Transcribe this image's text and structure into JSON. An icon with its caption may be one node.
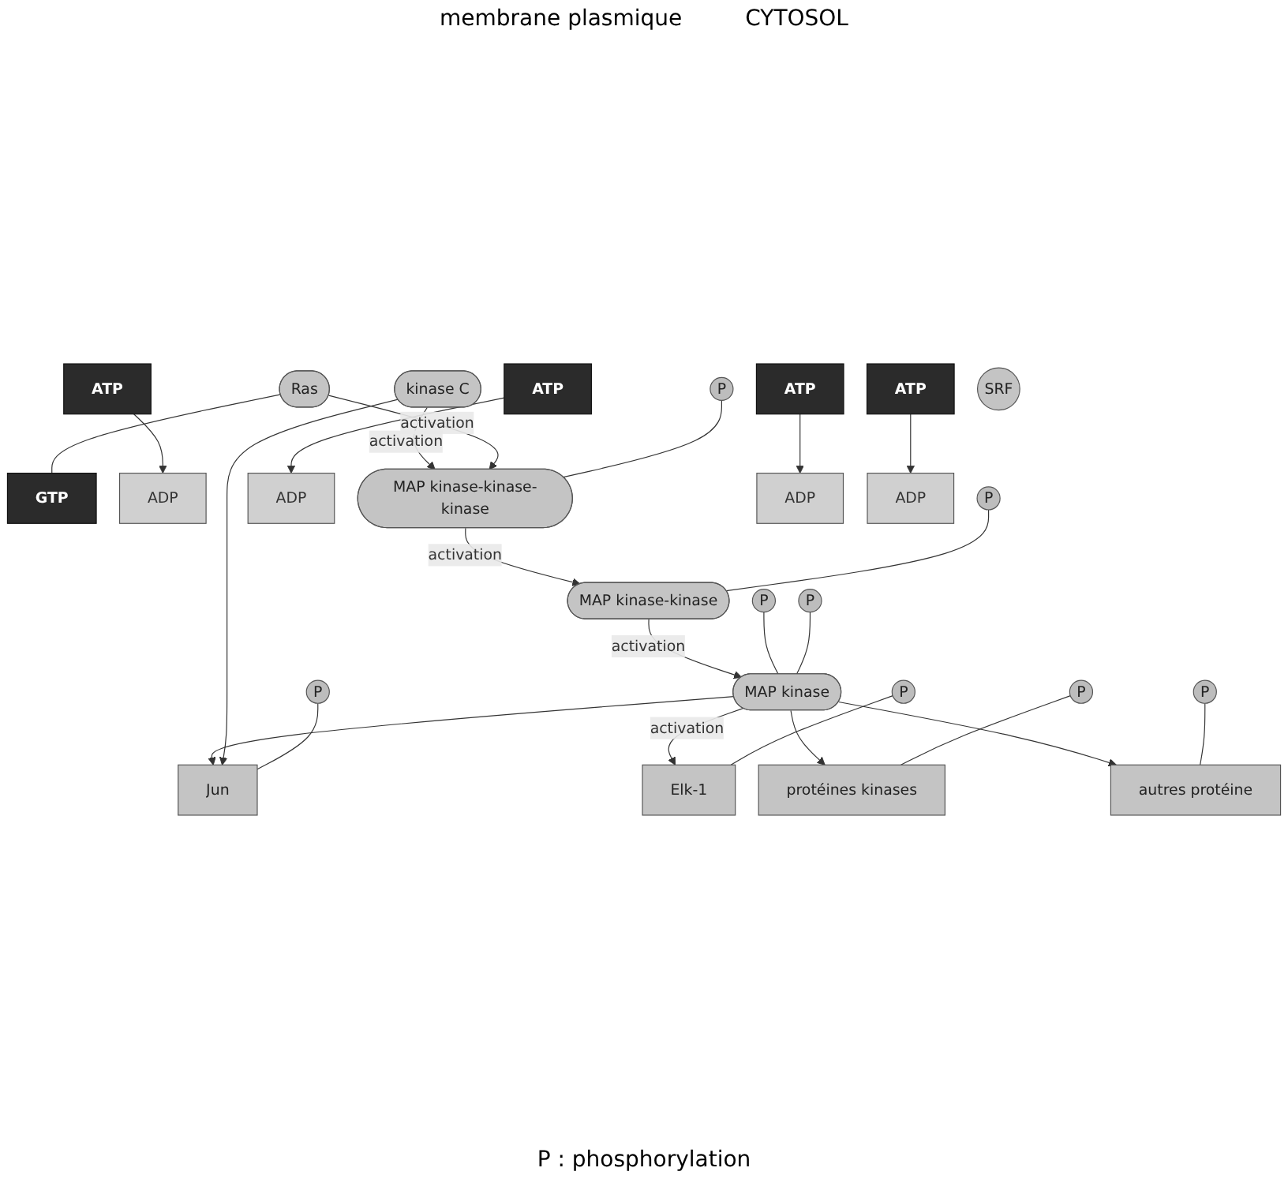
{
  "diagram": {
    "nodes": [
      {
        "text": [
          "kinase C"
        ]
      },
      {
        "text": [
          "Ras"
        ]
      },
      {
        "text": [
          "GTP"
        ]
      },
      {
        "text": [
          "ATP"
        ]
      },
      {
        "text": [
          "ADP"
        ]
      },
      {
        "text": [
          "P"
        ]
      },
      {
        "text": [
          "MAP kinase-kinase-kinase"
        ]
      },
      {
        "text": [
          "ATP"
        ]
      },
      {
        "text": [
          "ADP"
        ]
      },
      {
        "text": [
          "P"
        ]
      },
      {
        "text": [
          "MAP kinase-kinase"
        ]
      },
      {
        "text": [
          "ATP"
        ]
      },
      {
        "text": [
          "ADP"
        ]
      },
      {
        "text": [
          "P"
        ]
      },
      {
        "text": [
          "P"
        ]
      },
      {
        "text": [
          "MAP kinase"
        ]
      },
      {
        "text": [
          "ATP"
        ]
      },
      {
        "text": [
          "ADP"
        ]
      },
      {
        "text": [
          "P"
        ]
      },
      {
        "text": [
          "Jun"
        ]
      },
      {
        "text": [
          "P"
        ]
      },
      {
        "text": [
          "Elk-1"
        ]
      },
      {
        "text": [
          "SRF"
        ]
      },
      {
        "text": [
          "P"
        ]
      },
      {
        "text": [
          "protéines kinases"
        ]
      },
      {
        "text": [
          "P"
        ]
      },
      {
        "text": [
          "autres protéine"
        ]
      }
    ],
    "edges": [
      {
        "from": 1,
        "to": 2,
        "arrow": "none"
      },
      {
        "from": 0,
        "to": 6,
        "arrow": "to",
        "label": "activation"
      },
      {
        "from": 1,
        "to": 6,
        "arrow": "to",
        "label": "activation"
      },
      {
        "from": 3,
        "to": 4,
        "arrow": "to"
      },
      {
        "from": 5,
        "to": 6,
        "arrow": "none"
      },
      {
        "from": 6,
        "to": 10,
        "arrow": "to",
        "label": "activation"
      },
      {
        "from": 7,
        "to": 8,
        "arrow": "to"
      },
      {
        "from": 9,
        "to": 10,
        "arrow": "none"
      },
      {
        "from": 10,
        "to": 15,
        "arrow": "to",
        "label": "activation"
      },
      {
        "from": 11,
        "to": 12,
        "arrow": "to"
      },
      {
        "from": 13,
        "to": 15,
        "arrow": "none"
      },
      {
        "from": 14,
        "to": 15,
        "arrow": "none"
      },
      {
        "from": 16,
        "to": 17,
        "arrow": "to"
      },
      {
        "from": 15,
        "to": 19,
        "arrow": "to"
      },
      {
        "from": 15,
        "to": 21,
        "arrow": "to",
        "label": "activation"
      },
      {
        "from": 15,
        "to": 24,
        "arrow": "to"
      },
      {
        "from": 15,
        "to": 26,
        "arrow": "to"
      },
      {
        "from": 0,
        "to": 19,
        "arrow": "to"
      },
      {
        "from": 18,
        "to": 19,
        "arrow": "none"
      },
      {
        "from": 20,
        "to": 21,
        "arrow": "none"
      },
      {
        "from": 23,
        "to": 24,
        "arrow": "none"
      },
      {
        "from": 25,
        "to": 26,
        "arrow": "none"
      }
    ],
    "labels": [
      "membrane plasmique",
      "CYTOSOL",
      "P : phosphorylation"
    ]
  }
}
